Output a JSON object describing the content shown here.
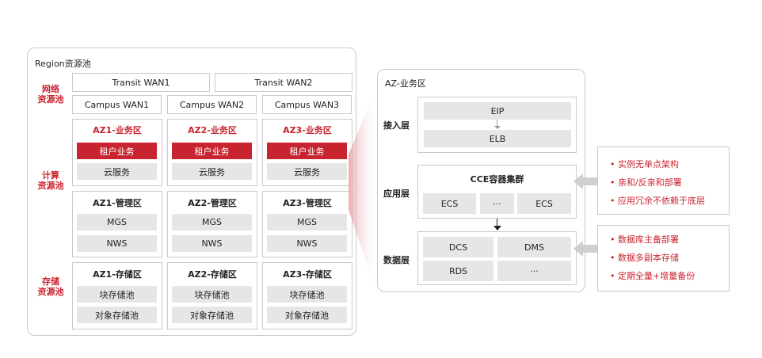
{
  "region": {
    "title": "Region资源池",
    "row_labels": {
      "network": [
        "网络",
        "资源池"
      ],
      "compute": [
        "计算",
        "资源池"
      ],
      "storage": [
        "存储",
        "资源池"
      ]
    },
    "transit": [
      "Transit WAN1",
      "Transit WAN2"
    ],
    "campus": [
      "Campus WAN1",
      "Campus WAN2",
      "Campus WAN3"
    ],
    "az_business": [
      {
        "title": "AZ1-业务区",
        "tenant": "租户业务",
        "cloud": "云服务"
      },
      {
        "title": "AZ2-业务区",
        "tenant": "租户业务",
        "cloud": "云服务"
      },
      {
        "title": "AZ3-业务区",
        "tenant": "租户业务",
        "cloud": "云服务"
      }
    ],
    "az_manage": [
      {
        "title": "AZ1-管理区",
        "items": [
          "MGS",
          "NWS"
        ]
      },
      {
        "title": "AZ2-管理区",
        "items": [
          "MGS",
          "NWS"
        ]
      },
      {
        "title": "AZ3-管理区",
        "items": [
          "MGS",
          "NWS"
        ]
      }
    ],
    "az_storage": [
      {
        "title": "AZ1-存储区",
        "items": [
          "块存储池",
          "对象存储池"
        ]
      },
      {
        "title": "AZ2-存储区",
        "items": [
          "块存储池",
          "对象存储池"
        ]
      },
      {
        "title": "AZ3-存储区",
        "items": [
          "块存储池",
          "对象存储池"
        ]
      }
    ]
  },
  "az_detail": {
    "title": "AZ-业务区",
    "access": {
      "label": "接入层",
      "top": "EIP",
      "bottom": "ELB"
    },
    "app": {
      "label": "应用层",
      "cluster": "CCE容器集群",
      "cells": [
        "ECS",
        "···",
        "ECS"
      ]
    },
    "data": {
      "label": "数据层",
      "cells": [
        "DCS",
        "DMS",
        "RDS",
        "···"
      ]
    }
  },
  "notes": {
    "app": [
      "• 实例无单点架构",
      "• 亲和/反亲和部署",
      "• 应用冗余不依赖于底层"
    ],
    "data": [
      "• 数据库主备部署",
      "• 数据多副本存储",
      "• 定期全量+增量备份"
    ]
  },
  "colors": {
    "accent": "#c8242f",
    "gray_cell": "#e6e6e6",
    "border": "#c9c9c9"
  }
}
